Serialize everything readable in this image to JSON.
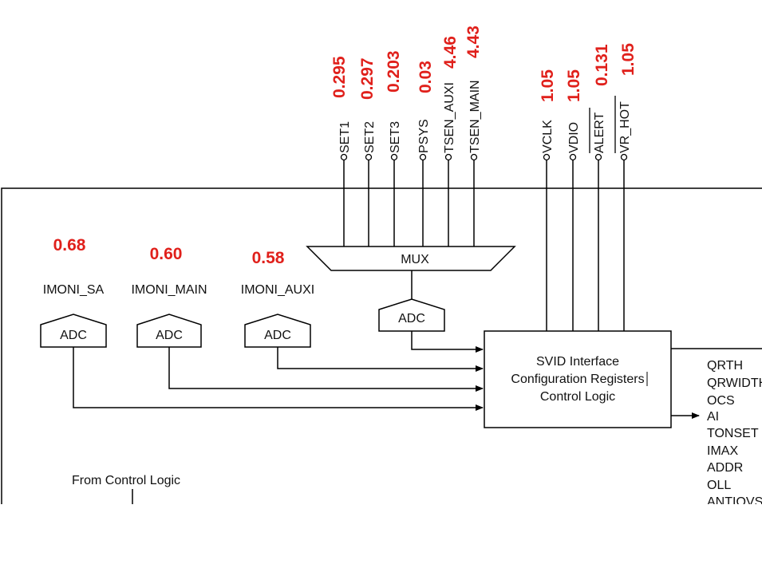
{
  "top_pins": [
    {
      "id": "set1",
      "label": "SET1",
      "value": "0.295",
      "overline": false
    },
    {
      "id": "set2",
      "label": "SET2",
      "value": "0.297",
      "overline": false
    },
    {
      "id": "set3",
      "label": "SET3",
      "value": "0.203",
      "overline": false
    },
    {
      "id": "psys",
      "label": "PSYS",
      "value": "0.03",
      "overline": false
    },
    {
      "id": "tsen-auxi",
      "label": "TSEN_AUXI",
      "value": "4.46",
      "overline": false
    },
    {
      "id": "tsen-main",
      "label": "TSEN_MAIN",
      "value": "4.43",
      "overline": false
    },
    {
      "id": "vclk",
      "label": "VCLK",
      "value": "1.05",
      "overline": false
    },
    {
      "id": "vdio",
      "label": "VDIO",
      "value": "1.05",
      "overline": false
    },
    {
      "id": "alert",
      "label": "ALERT",
      "value": "0.131",
      "overline": true
    },
    {
      "id": "vr-hot",
      "label": "VR_HOT",
      "value": "1.05",
      "overline": true
    }
  ],
  "imoni": [
    {
      "id": "sa",
      "label": "IMONI_SA",
      "value": "0.68"
    },
    {
      "id": "main",
      "label": "IMONI_MAIN",
      "value": "0.60"
    },
    {
      "id": "auxi",
      "label": "IMONI_AUXI",
      "value": "0.58"
    }
  ],
  "mux_label": "MUX",
  "adc_label": "ADC",
  "svid_box": [
    "SVID Interface",
    "Configuration Registers",
    "Control Logic"
  ],
  "outputs": [
    "QRTH",
    "QRWIDTH",
    "OCS",
    "AI",
    "TONSET",
    "IMAX",
    "ADDR",
    "OLL",
    "ANTIOVS"
  ],
  "from_control_logic": "From Control Logic",
  "colors": {
    "value_red": "#e0201b",
    "line": "#000000"
  }
}
